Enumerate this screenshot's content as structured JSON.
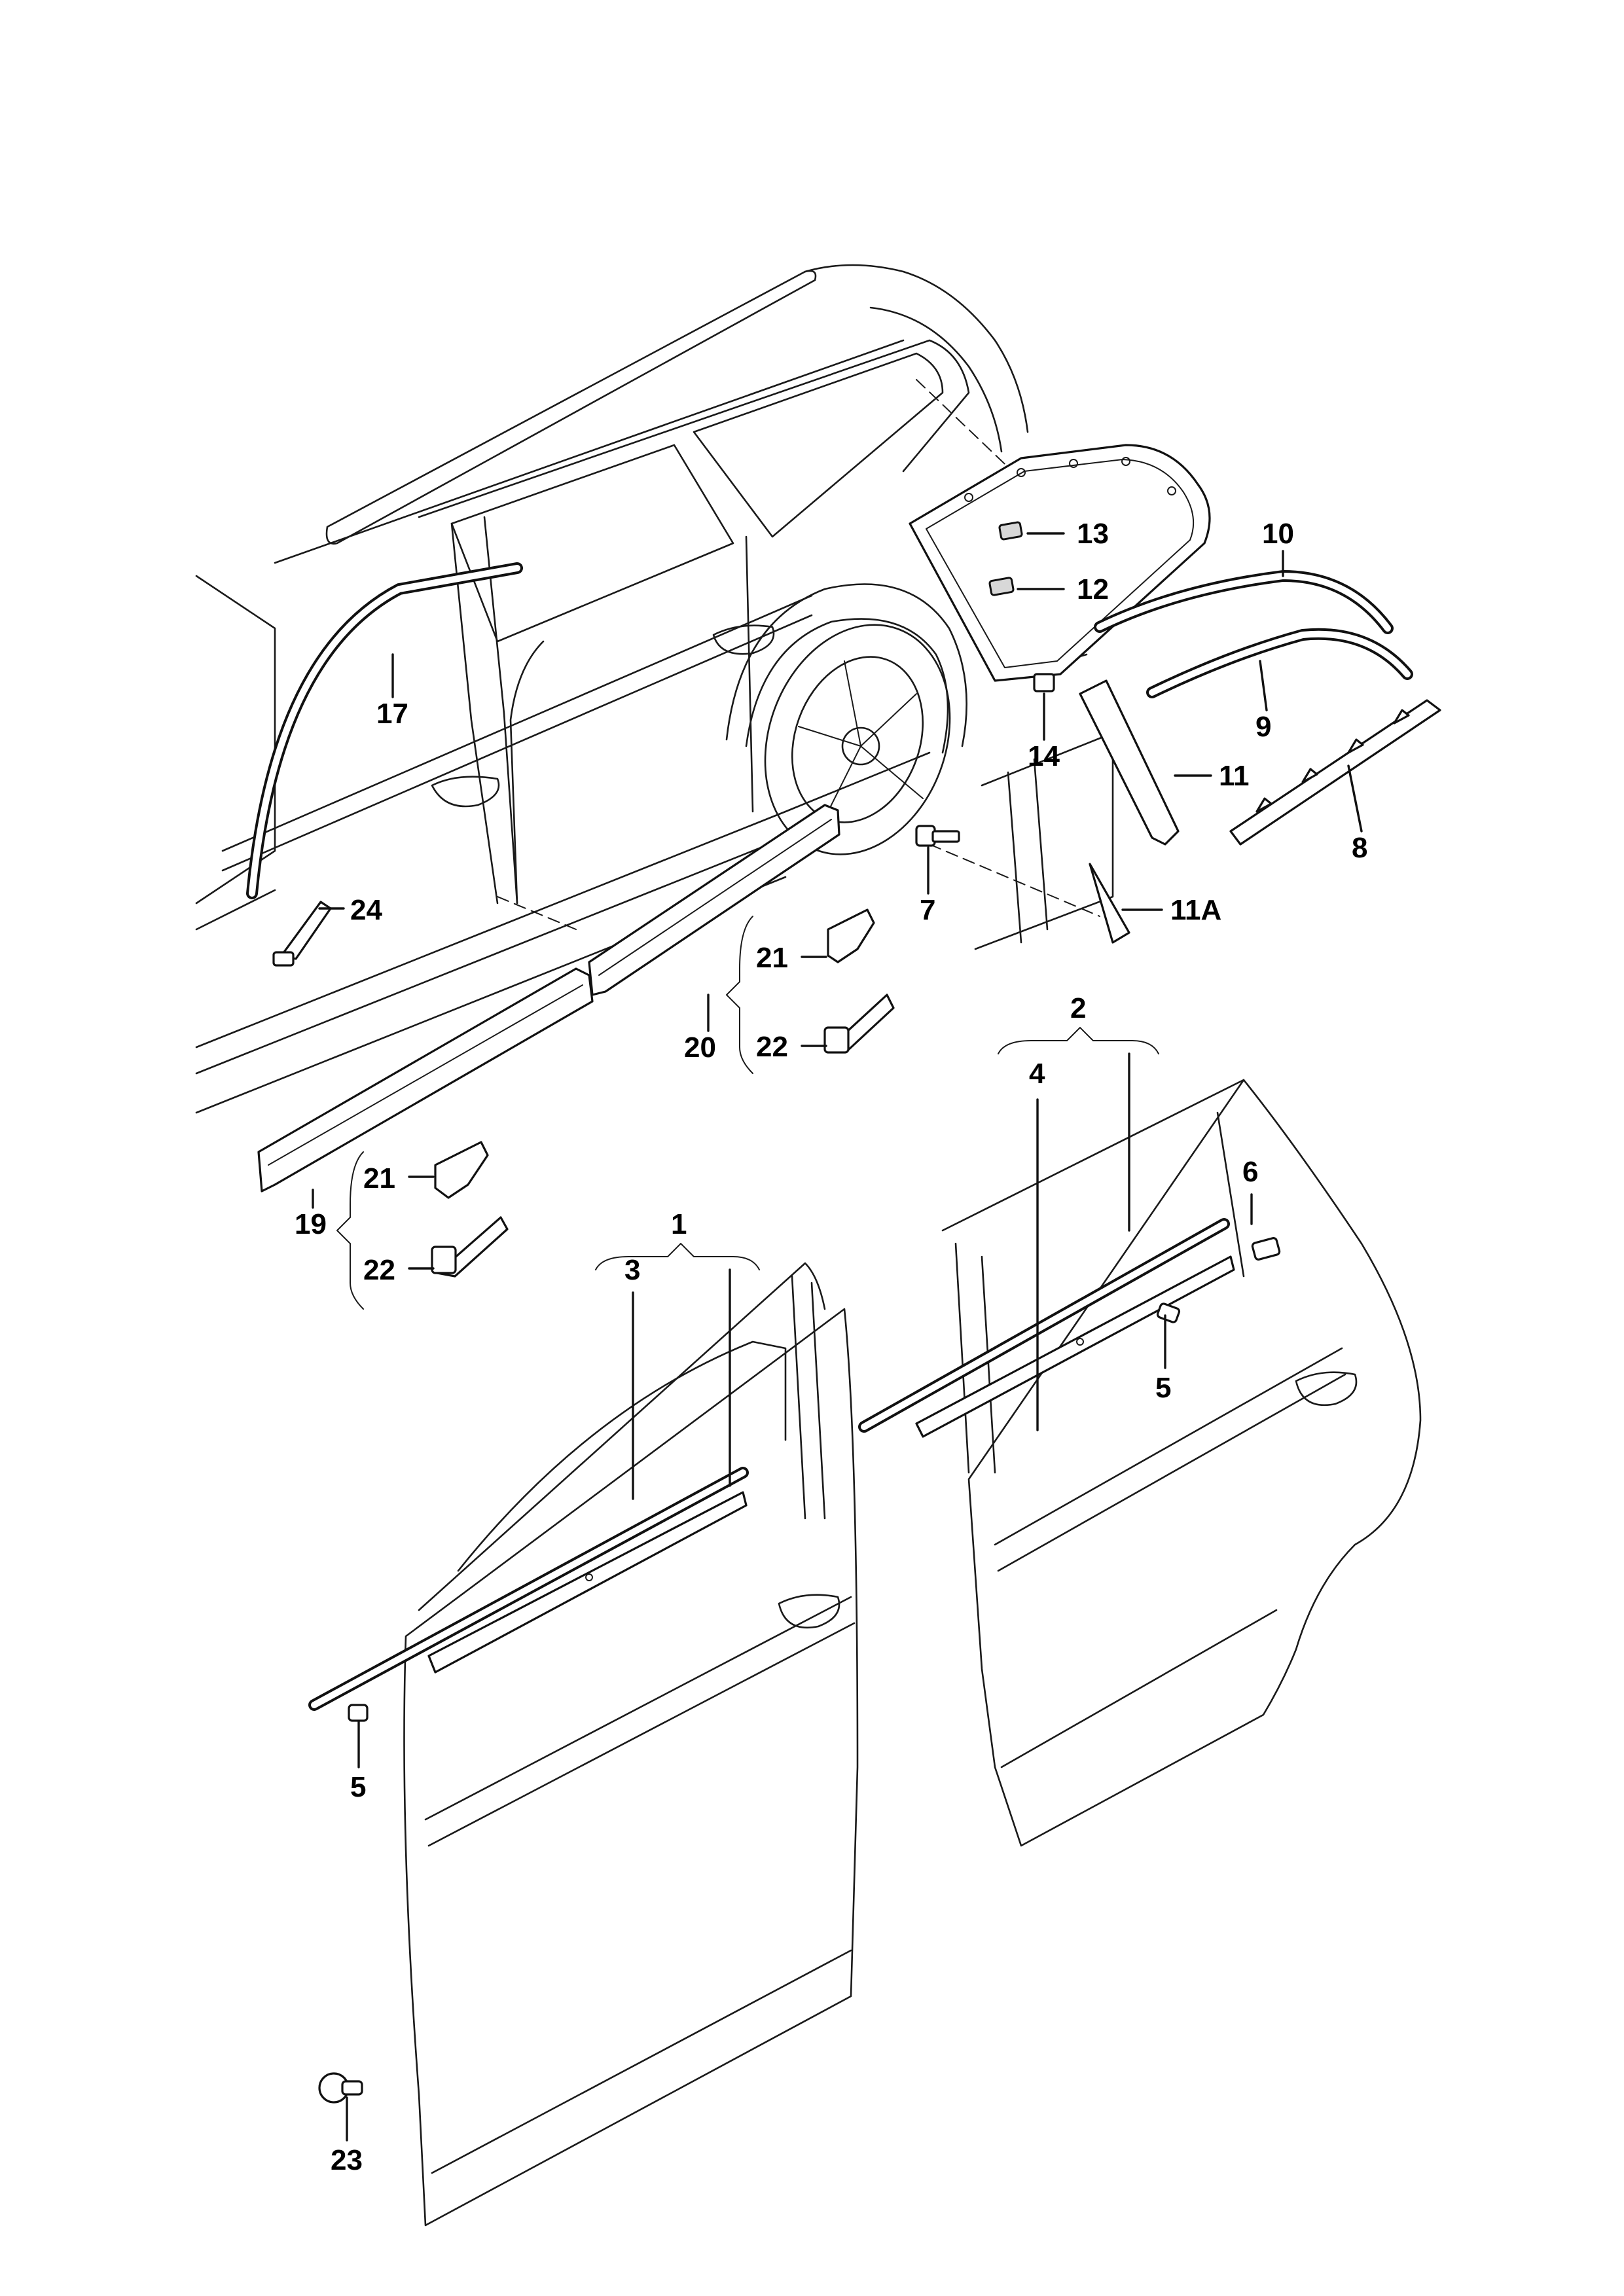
{
  "callouts": [
    {
      "id": "c13",
      "text": "13"
    },
    {
      "id": "c12",
      "text": "12"
    },
    {
      "id": "c10",
      "text": "10"
    },
    {
      "id": "c9",
      "text": "9"
    },
    {
      "id": "c8",
      "text": "8"
    },
    {
      "id": "c11",
      "text": "11"
    },
    {
      "id": "c11A",
      "text": "11A"
    },
    {
      "id": "c14",
      "text": "14"
    },
    {
      "id": "c7",
      "text": "7"
    },
    {
      "id": "c17",
      "text": "17"
    },
    {
      "id": "c24",
      "text": "24"
    },
    {
      "id": "c20",
      "text": "20"
    },
    {
      "id": "c21a",
      "text": "21"
    },
    {
      "id": "c22a",
      "text": "22"
    },
    {
      "id": "c19",
      "text": "19"
    },
    {
      "id": "c21b",
      "text": "21"
    },
    {
      "id": "c22b",
      "text": "22"
    },
    {
      "id": "c2",
      "text": "2"
    },
    {
      "id": "c4",
      "text": "4"
    },
    {
      "id": "c6",
      "text": "6"
    },
    {
      "id": "c5a",
      "text": "5"
    },
    {
      "id": "c1",
      "text": "1"
    },
    {
      "id": "c3",
      "text": "3"
    },
    {
      "id": "c5b",
      "text": "5"
    },
    {
      "id": "c23",
      "text": "23"
    }
  ]
}
